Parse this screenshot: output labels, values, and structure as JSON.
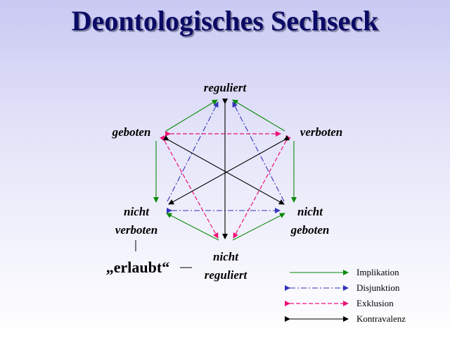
{
  "title": "Deontologisches Sechseck",
  "nodes": {
    "reguliert": "reguliert",
    "geboten": "geboten",
    "verboten": "verboten",
    "nicht_verboten": [
      "nicht",
      "verboten"
    ],
    "nicht_geboten": [
      "nicht",
      "geboten"
    ],
    "nicht_reguliert": [
      "nicht",
      "reguliert"
    ]
  },
  "annotation": {
    "erlaubt": "„erlaubt“"
  },
  "legend": [
    {
      "label": "Implikation",
      "color": "#0a8a0a",
      "style": "solid"
    },
    {
      "label": "Disjunktion",
      "color": "#3333bb",
      "style": "dashdot"
    },
    {
      "label": "Exklusion",
      "color": "#ee1177",
      "style": "dashed"
    },
    {
      "label": "Kontravalenz",
      "color": "#000000",
      "style": "solid"
    }
  ]
}
